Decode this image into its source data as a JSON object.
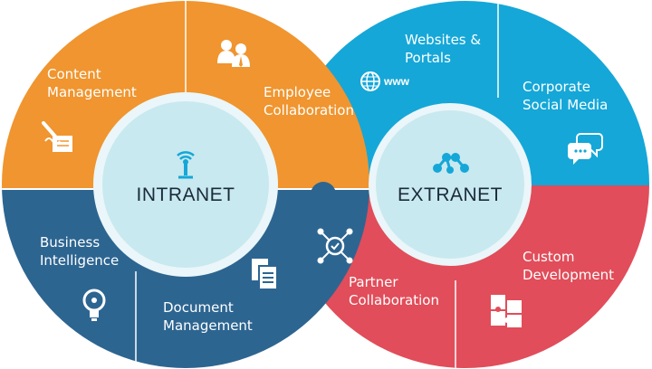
{
  "colors": {
    "orange": "#f0952f",
    "blue_navy": "#2d6591",
    "cyan": "#15a7d8",
    "red": "#e14d5a",
    "hub_fill": "#c8e9ef",
    "hub_ring": "#eaf6f9",
    "hub_text": "#1b2a3a"
  },
  "intranet": {
    "title": "INTRANET",
    "hub_icon": "antenna-icon",
    "segments": [
      {
        "lines": [
          "Content",
          "Management"
        ],
        "icon": "document-signature-icon"
      },
      {
        "lines": [
          "Employee",
          "Collaboration"
        ],
        "icon": "people-icon"
      },
      {
        "lines": [
          "Business",
          "Intelligence"
        ],
        "icon": "lightbulb-icon"
      },
      {
        "lines": [
          "Document",
          "Management"
        ],
        "icon": "documents-icon"
      }
    ]
  },
  "extranet": {
    "title": "EXTRANET",
    "hub_icon": "network-icon",
    "segments": [
      {
        "lines": [
          "Websites &",
          "Portals"
        ],
        "icon": "globe-icon",
        "icon_text": "www"
      },
      {
        "lines": [
          "Corporate",
          "Social Media"
        ],
        "icon": "chat-bubbles-icon"
      },
      {
        "lines": [
          "Partner",
          "Collaboration"
        ],
        "icon": "partner-network-icon"
      },
      {
        "lines": [
          "Custom",
          "Development"
        ],
        "icon": "puzzle-icon"
      }
    ]
  }
}
